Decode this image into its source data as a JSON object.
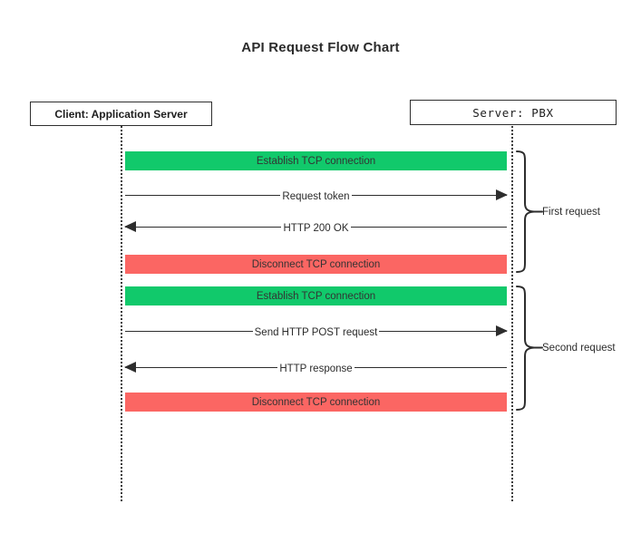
{
  "page": {
    "title": "API Request Flow Chart",
    "background": "#ffffff"
  },
  "colors": {
    "connect": "#11c96b",
    "disconnect": "#fb6663",
    "line": "#2d2d2d",
    "text": "#2b2b2b",
    "lifeline": "#3a3a3a"
  },
  "actors": {
    "client": {
      "label": "Client: Application Server"
    },
    "server": {
      "label": "Server: PBX"
    }
  },
  "steps": [
    {
      "kind": "bar",
      "style": "connect",
      "label": "Establish TCP connection"
    },
    {
      "kind": "message",
      "direction": "right",
      "label": "Request token"
    },
    {
      "kind": "message",
      "direction": "left",
      "label": "HTTP 200 OK"
    },
    {
      "kind": "bar",
      "style": "disconnect",
      "label": "Disconnect TCP connection"
    },
    {
      "kind": "bar",
      "style": "connect",
      "label": "Establish TCP connection"
    },
    {
      "kind": "message",
      "direction": "right",
      "label": "Send HTTP POST request"
    },
    {
      "kind": "message",
      "direction": "left",
      "label": "HTTP response"
    },
    {
      "kind": "bar",
      "style": "disconnect",
      "label": "Disconnect TCP connection"
    }
  ],
  "groups": [
    {
      "label": "First request"
    },
    {
      "label": "Second request"
    }
  ]
}
